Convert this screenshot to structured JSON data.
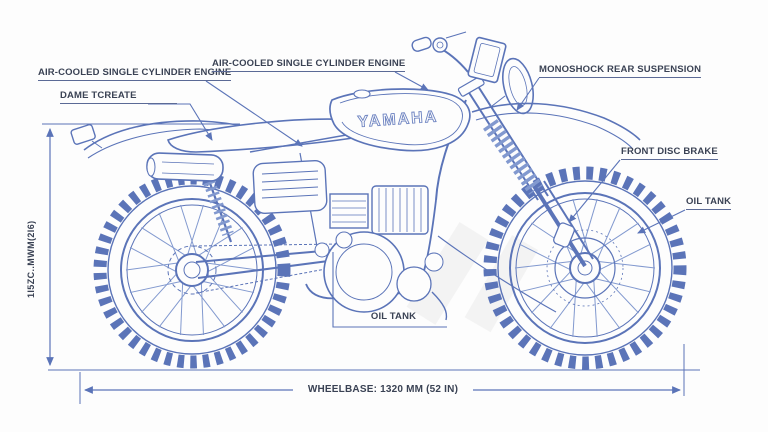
{
  "diagram": {
    "tank_logo": "YAMAHA",
    "callouts": {
      "air_cooled_left": "AIR-COOLED SINGLE CYLINDER ENGINE",
      "dame_tcreate": "DAME TCREATE",
      "air_cooled_top": "AIR-COOLED SINGLE CYLINDER ENGINE",
      "monoshock": "MONOSHOCK REAR SUSPENSION",
      "front_disc_brake": "FRONT DISC BRAKE",
      "oil_tank_right": "OIL TANK",
      "oil_tank_bottom": "OIL TANK"
    },
    "dimensions": {
      "wheelbase": "WHEELBASE: 1320 MM (52 IN)",
      "height": "1I5ZC..MWM(2I6)"
    },
    "colors": {
      "blueprint_line": "#5b74b8",
      "blueprint_light": "#8299cf",
      "text": "#3a4254",
      "background": "#fdfdfd"
    }
  }
}
